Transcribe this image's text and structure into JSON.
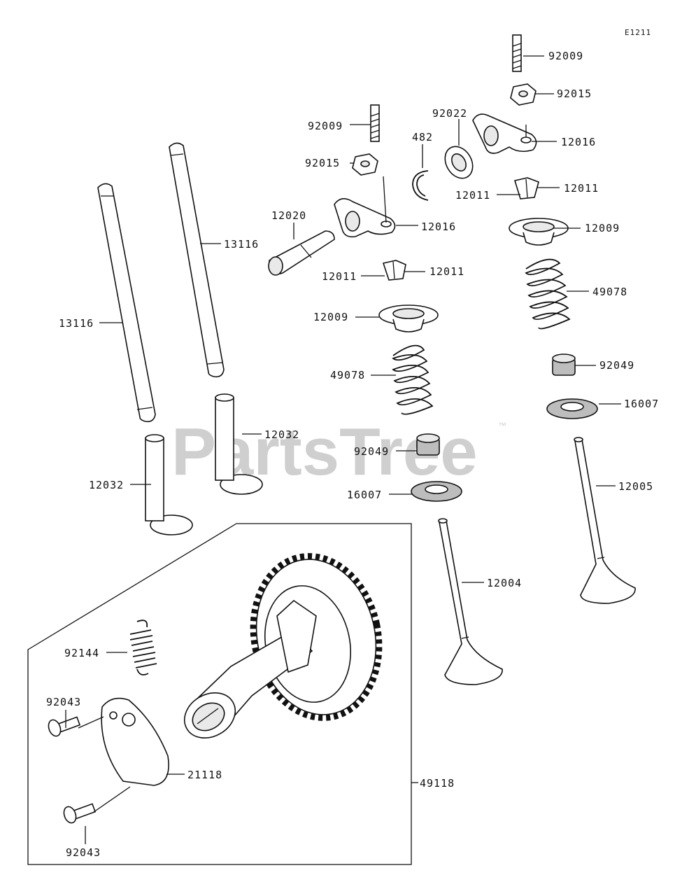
{
  "diagram_ref": "E1211",
  "watermark": {
    "brand": "PartsTree",
    "trademark": "™"
  },
  "callouts": {
    "c01": "92009",
    "c02": "92015",
    "c03": "92022",
    "c04": "12016",
    "c05": "92009",
    "c06": "482",
    "c07": "92015",
    "c08": "12011",
    "c09": "12011",
    "c10": "12020",
    "c11": "12016",
    "c12": "13116",
    "c13": "12009",
    "c14": "12011",
    "c15": "12011",
    "c16": "49078",
    "c17": "13116",
    "c18": "12009",
    "c19": "92049",
    "c20": "49078",
    "c21": "16007",
    "c22": "12032",
    "c23": "92049",
    "c24": "12005",
    "c25": "12032",
    "c26": "16007",
    "c27": "12004",
    "c28": "92144",
    "c29": "92043",
    "c30": "21118",
    "c31": "49118",
    "c32": "92043"
  }
}
